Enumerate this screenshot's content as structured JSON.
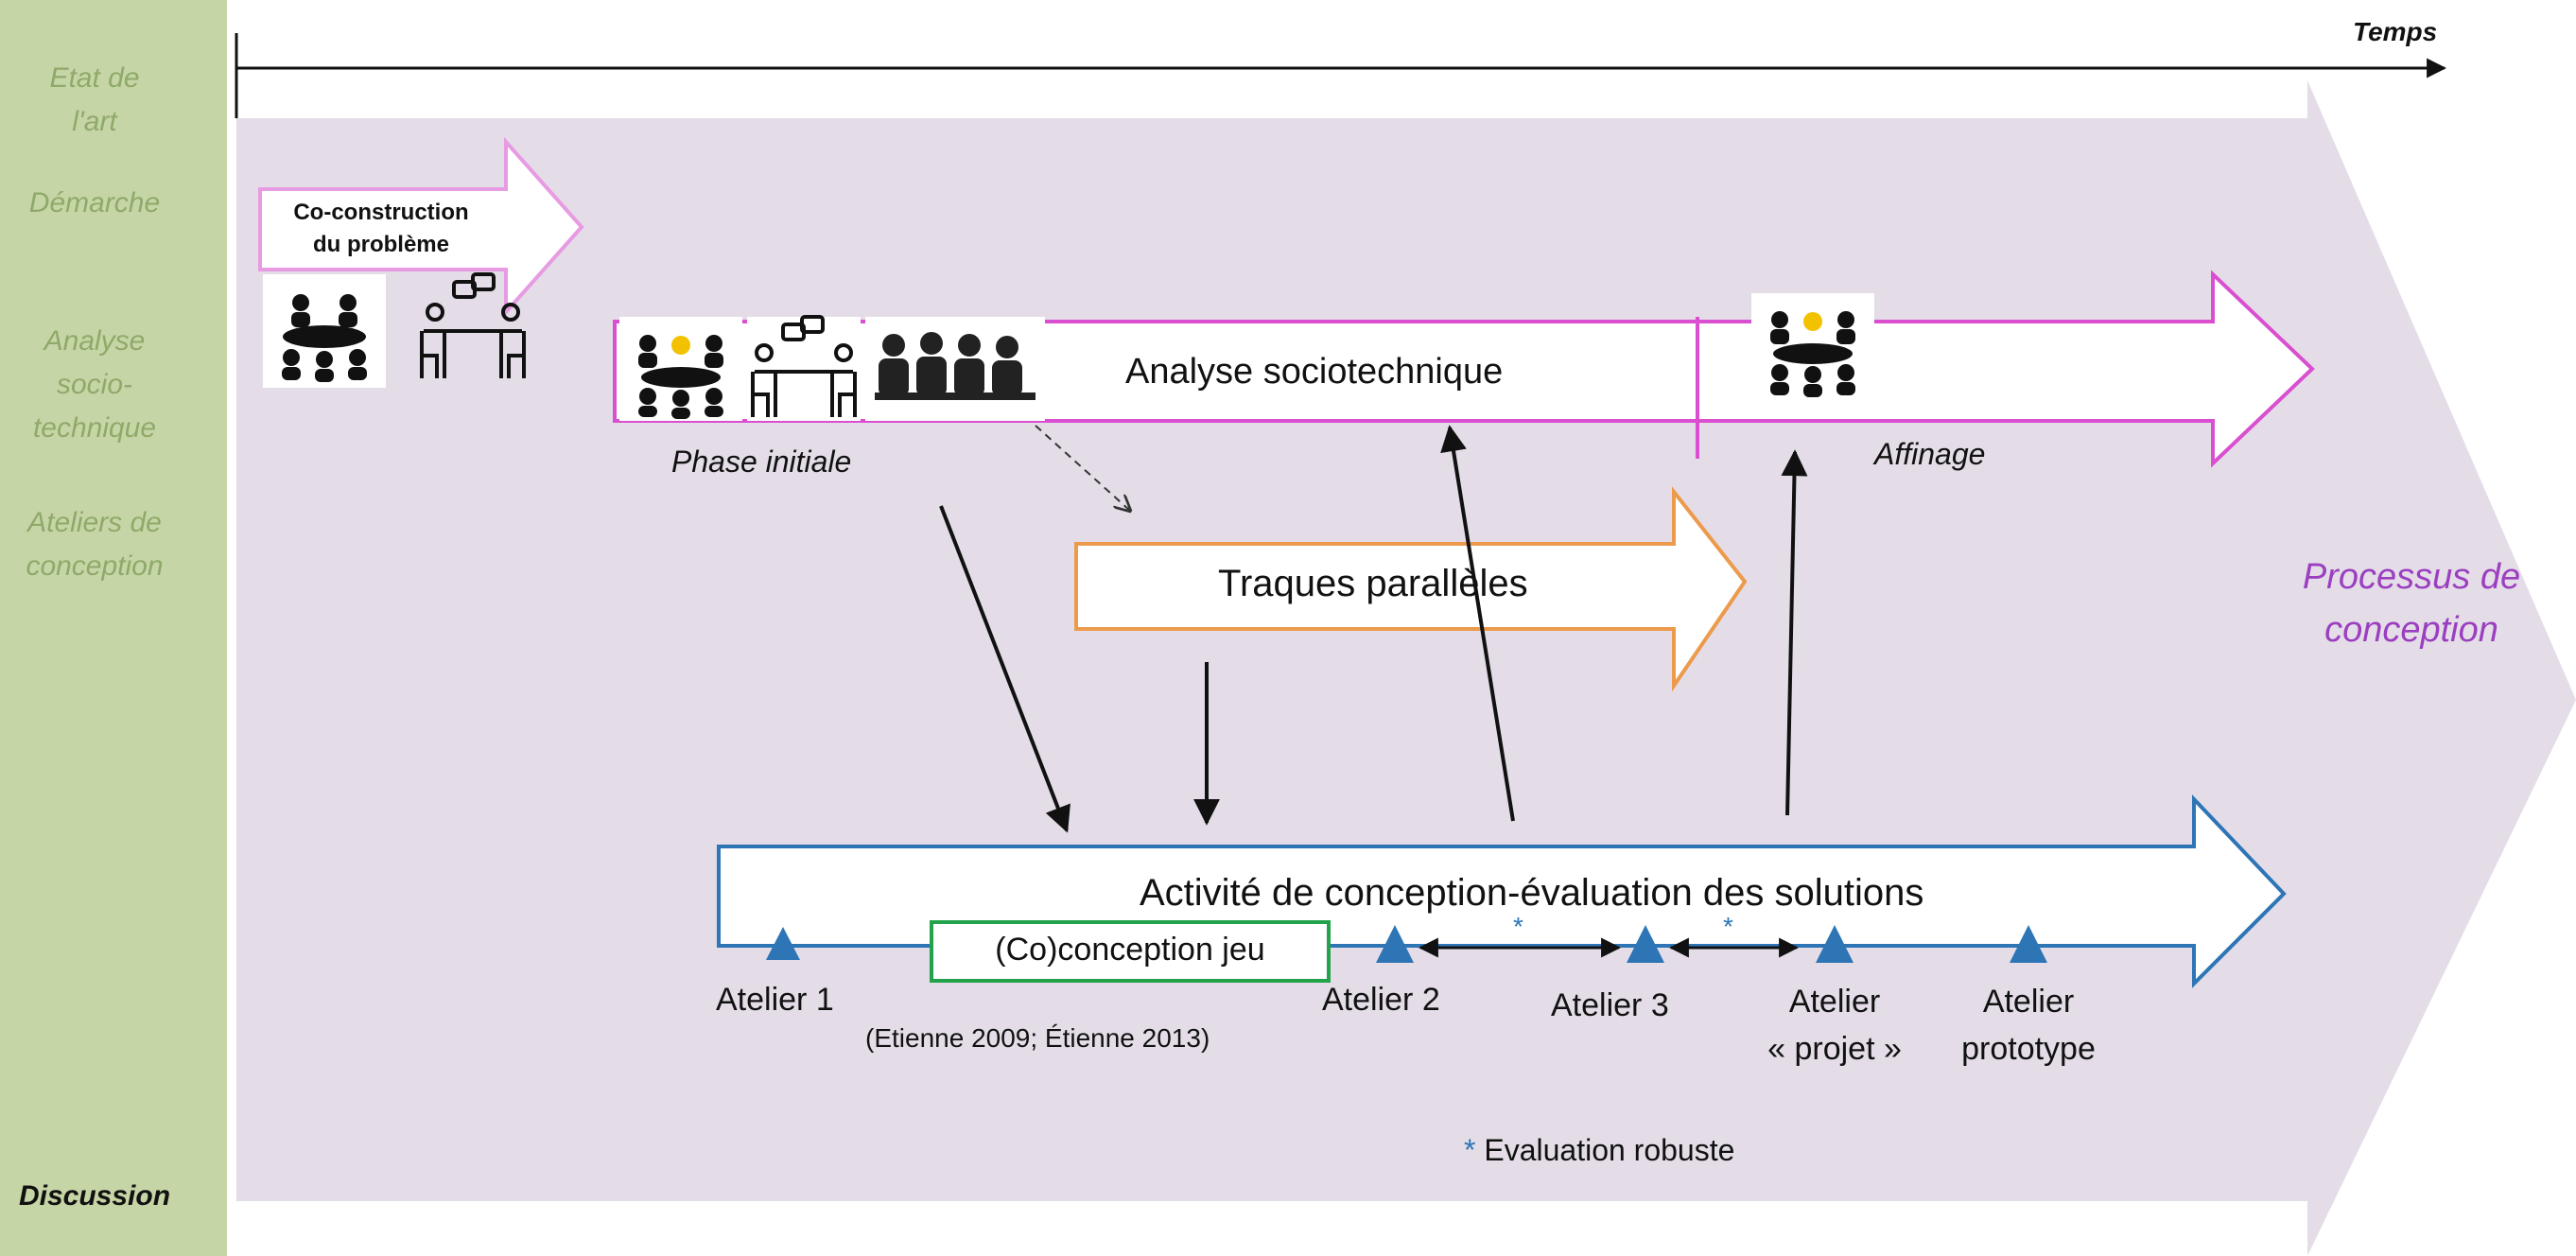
{
  "sidebar": {
    "items": [
      {
        "label": "Etat de\nl'art"
      },
      {
        "label": "Démarche"
      },
      {
        "label": "Analyse\nsocio-\ntechnique"
      },
      {
        "label": "Ateliers de\nconception"
      },
      {
        "label": "Discussion"
      }
    ],
    "active_index": 4
  },
  "diagram": {
    "time_label": "Temps",
    "design_process_label": "Processus de\nconception",
    "coconstruction_label": "Co-construction\ndu problème",
    "socio_analysis_label": "Analyse sociotechnique",
    "initial_phase_label": "Phase initiale",
    "refinement_label": "Affinage",
    "parallel_tracks_label": "Traques parallèles",
    "design_activity_label": "Activité de conception-évaluation des solutions",
    "game_label": "(Co)conception jeu",
    "game_reference": "(Etienne 2009; Étienne 2013)",
    "workshops": [
      "Atelier 1",
      "Atelier 2",
      "Atelier 3",
      "Atelier\n« projet »",
      "Atelier\nprototype"
    ],
    "eval_marker": "*",
    "legend_label": "* Evaluation robuste"
  },
  "colors": {
    "sidebar_bg": "#c6d5a6",
    "sidebar_text": "#8fa96a",
    "process_bg": "#e4dde8",
    "pink": "#d94fd0",
    "orange": "#ec9a4b",
    "blue": "#2e75b6",
    "green": "#22a24a",
    "purple_text": "#9b3fc0"
  },
  "icons": [
    "meeting-group-icon",
    "discussion-table-icon",
    "audience-icon",
    "idea-meeting-icon"
  ]
}
